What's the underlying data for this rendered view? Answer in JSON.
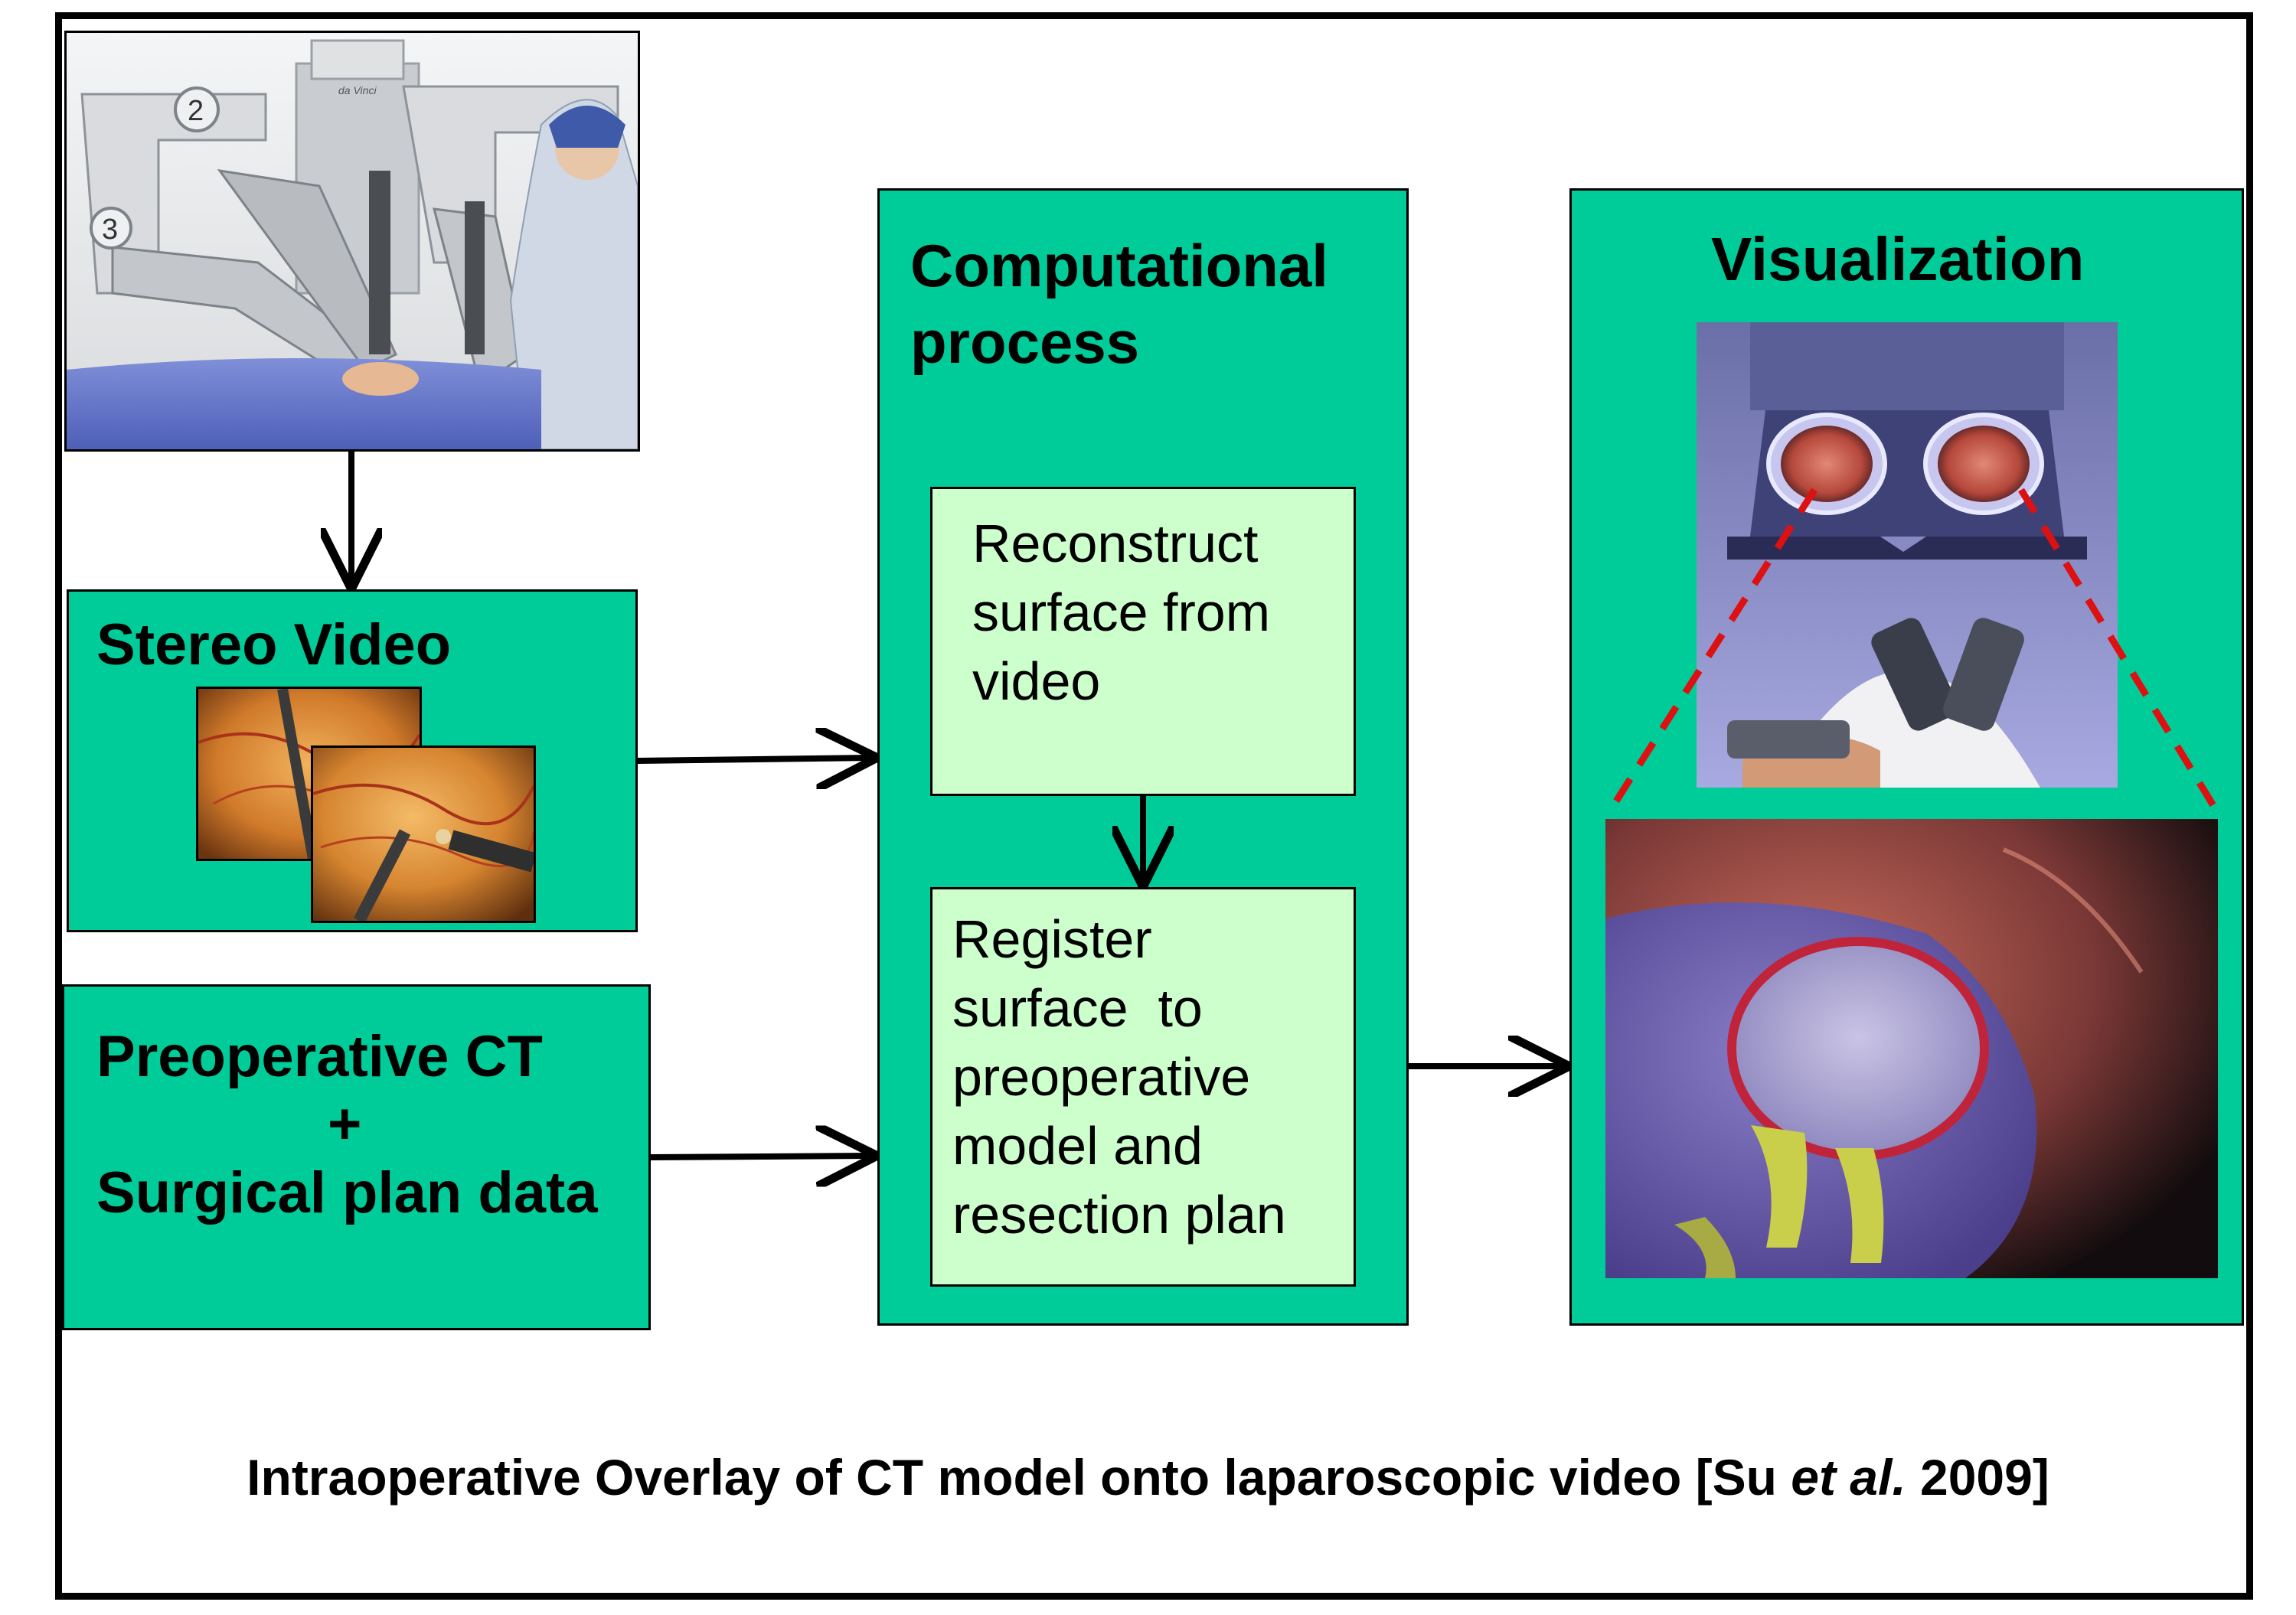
{
  "stereo_video": {
    "title": "Stereo Video"
  },
  "preop": {
    "line1": "Preoperative CT",
    "line2": "+",
    "line3": "Surgical plan data"
  },
  "computational": {
    "title_line1": "Computational",
    "title_line2": "process",
    "step1": [
      "Reconstruct",
      "surface from",
      "video"
    ],
    "step2": [
      "Register",
      "surface  to",
      "preoperative",
      "model and",
      "resection plan"
    ]
  },
  "visualization": {
    "title": "Visualization"
  },
  "caption": {
    "before": "Intraoperative Overlay of CT model onto laparoscopic video [Su ",
    "italic": "et al.",
    "after": " 2009]"
  },
  "robot_labels": {
    "arm2": "2",
    "arm3": "3",
    "brand": "da Vinci"
  },
  "colors": {
    "box_fill": "#00cc99",
    "inner_fill": "#ccffcc",
    "overlay_dash": "#dd1111"
  }
}
